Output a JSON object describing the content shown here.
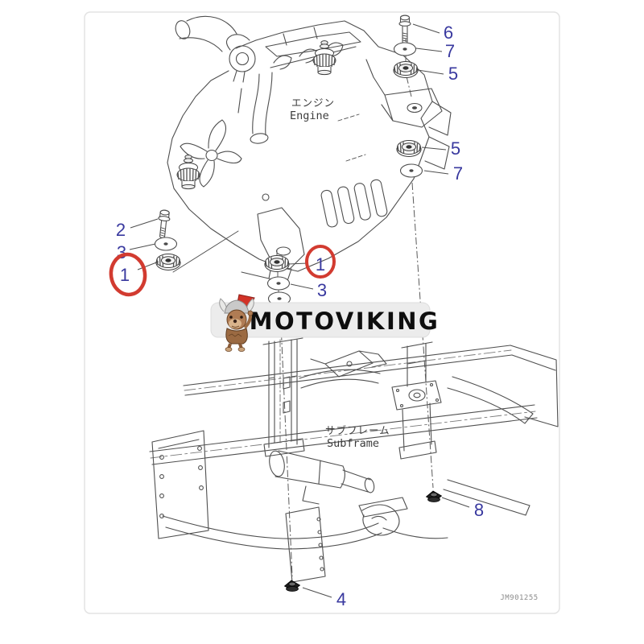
{
  "diagram": {
    "type": "exploded-parts-view",
    "labels": {
      "engine_jp": "エンジン",
      "engine_en": "Engine",
      "subframe_jp": "サブフレーム",
      "subframe_en": "Subframe"
    },
    "callouts": [
      {
        "label": "6",
        "part": "bolt",
        "circled": false
      },
      {
        "label": "7",
        "part": "washer",
        "circled": false
      },
      {
        "label": "5",
        "part": "mount-cushion",
        "circled": false
      },
      {
        "label": "5",
        "part": "mount-cushion",
        "circled": false
      },
      {
        "label": "7",
        "part": "washer",
        "circled": false
      },
      {
        "label": "2",
        "part": "bolt",
        "circled": false
      },
      {
        "label": "3",
        "part": "washer",
        "circled": false
      },
      {
        "label": "1",
        "part": "mount-cushion",
        "circled": true
      },
      {
        "label": "1",
        "part": "mount-cushion",
        "circled": true
      },
      {
        "label": "3",
        "part": "washer",
        "circled": false
      },
      {
        "label": "8",
        "part": "nut",
        "circled": false
      },
      {
        "label": "4",
        "part": "nut",
        "circled": false
      }
    ],
    "watermark": {
      "brand": "MOTOVIKING"
    },
    "drawing_number": "JM901255",
    "colors": {
      "callout_blue": "#39399f",
      "highlight_red": "#d23b30",
      "line_art": "#4f4f4f",
      "logo_bg": "#ececec",
      "logo_text": "#0e0e0e"
    }
  }
}
